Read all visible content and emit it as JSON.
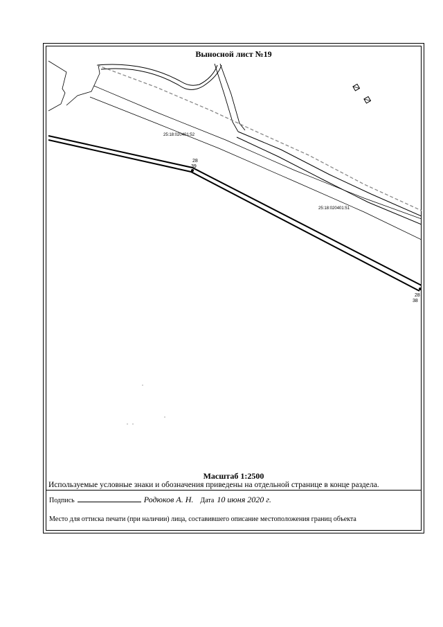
{
  "sheet": {
    "title": "Выносной лист №19",
    "scale": "Масштаб 1:2500",
    "legend_note": "Используемые условные знаки и обозначения приведены на отдельной странице в конце раздела."
  },
  "map": {
    "parcel_labels": [
      "25:18:020401:52",
      "25:18:020401:51"
    ],
    "points": [
      {
        "top": "28",
        "bottom": "39"
      },
      {
        "top": "28",
        "bottom": "38"
      }
    ]
  },
  "signature": {
    "label": "Подпись",
    "name": "Родюков А. Н.",
    "date_label": "Дата",
    "date_value": "10 июня 2020 г."
  },
  "stamp": {
    "text": "Место для оттиска печати (при наличии) лица, составившего описание местоположения границ объекта"
  }
}
